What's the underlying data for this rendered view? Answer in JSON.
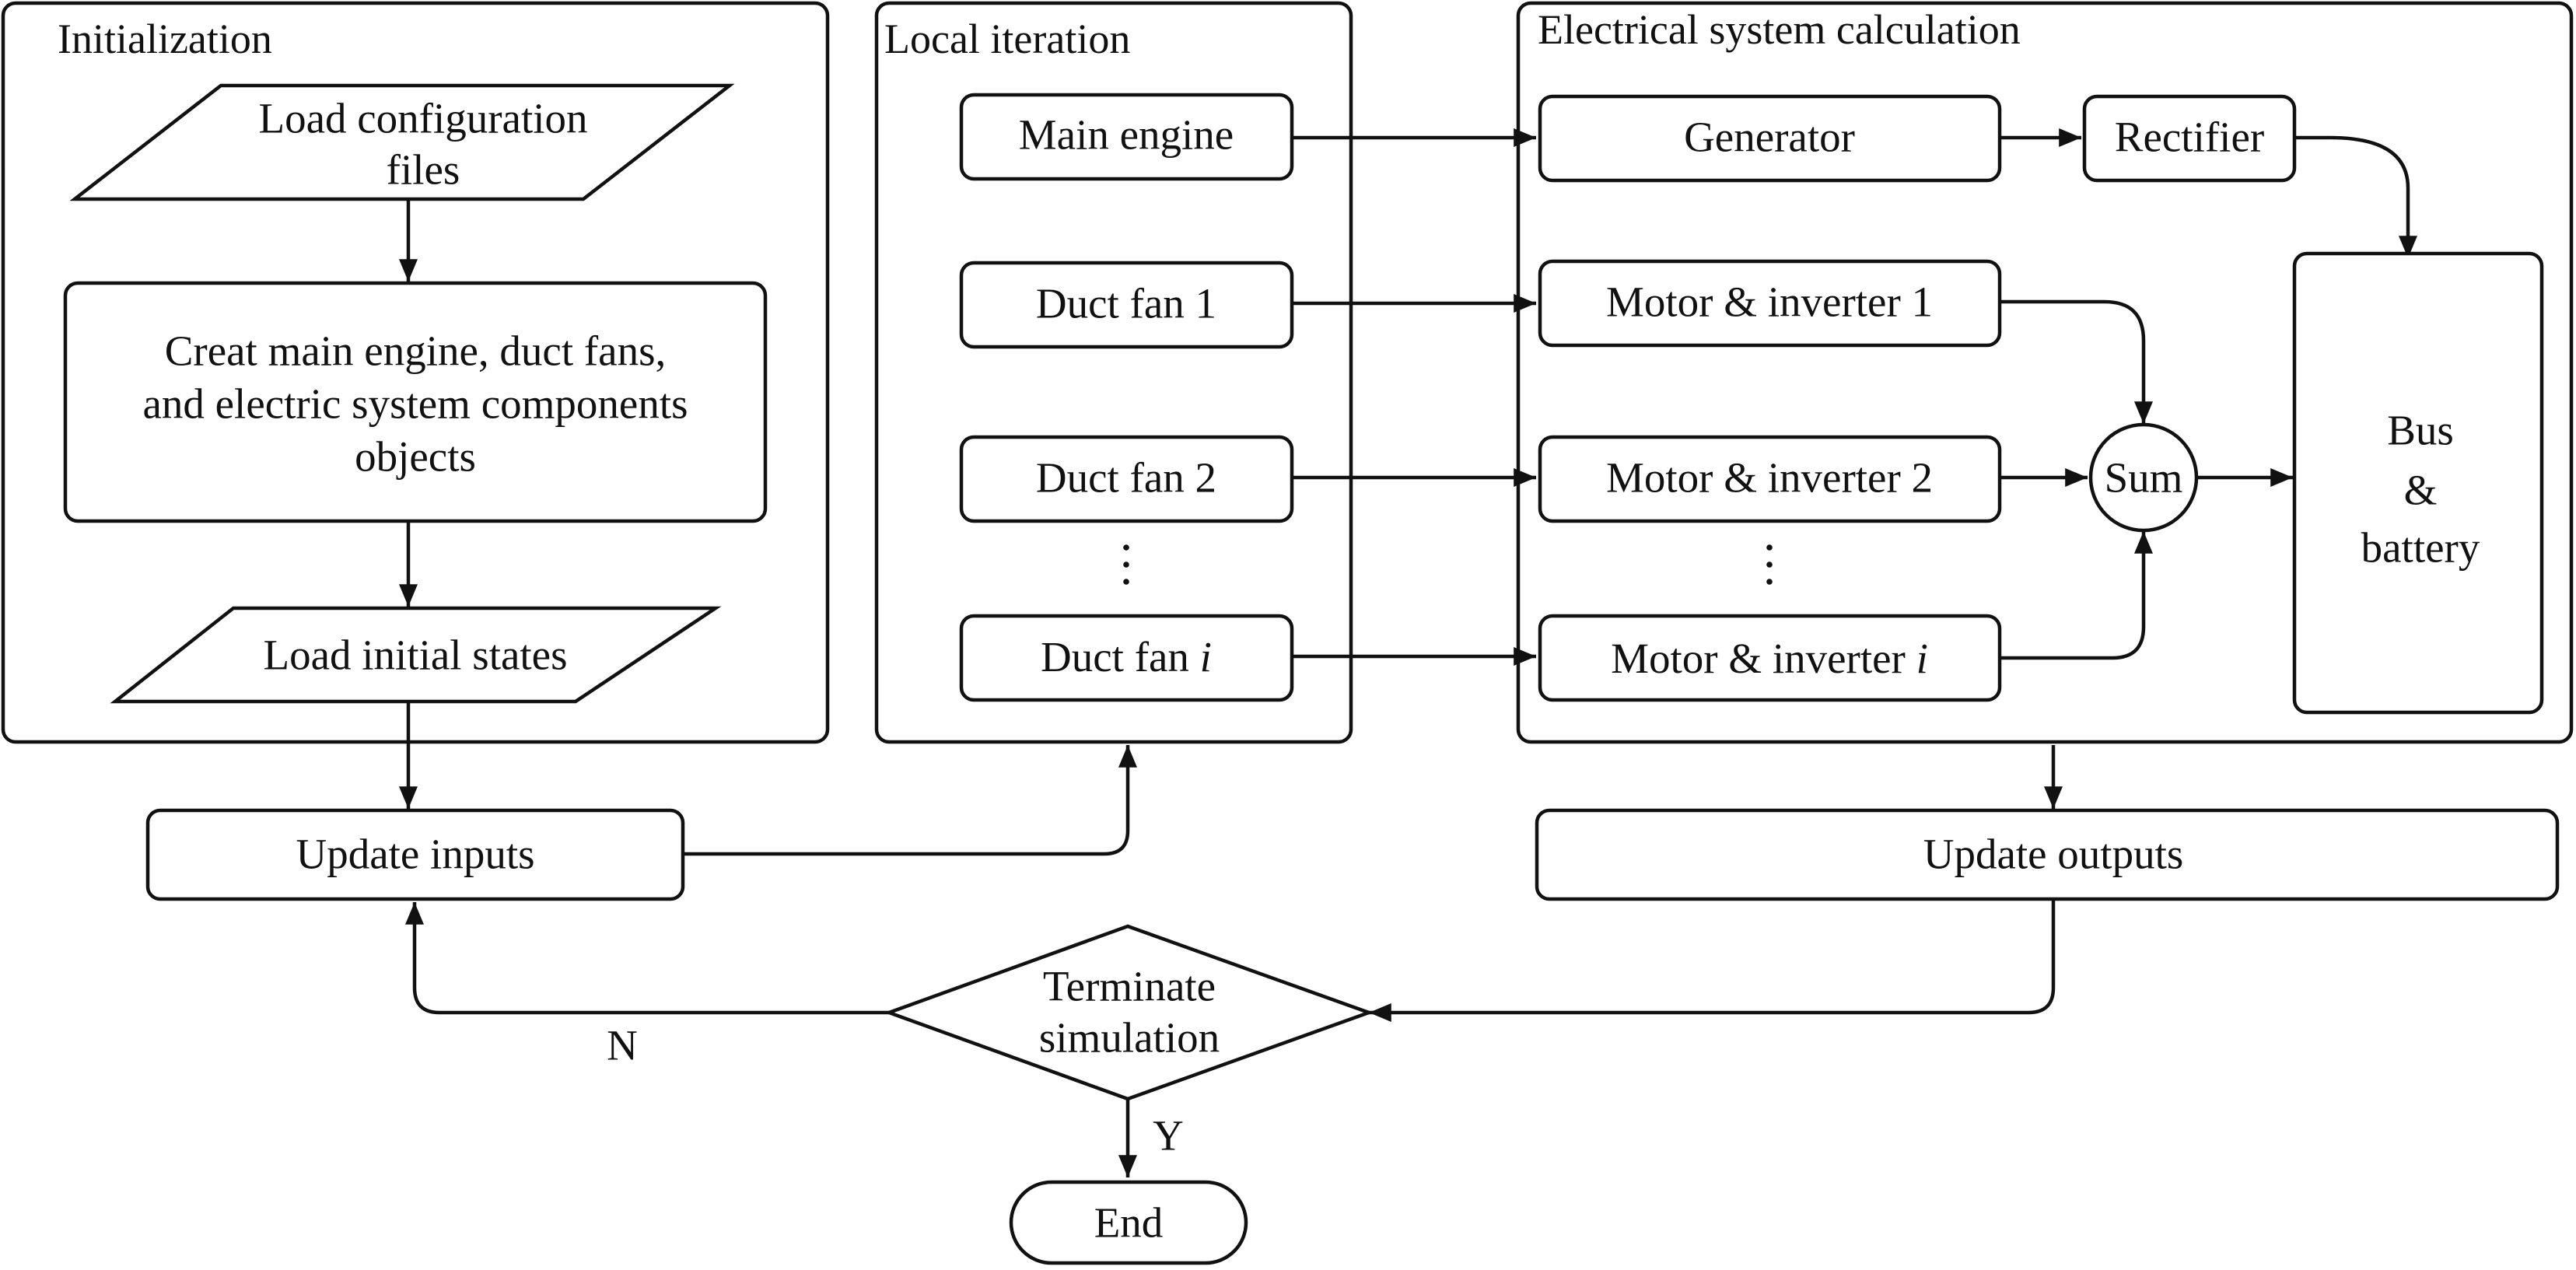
{
  "panels": {
    "initialization": "Initialization",
    "local_iteration": "Local iteration",
    "electrical": "Electrical system calculation"
  },
  "nodes": {
    "load_config": [
      "Load configuration",
      "files"
    ],
    "create_objects": [
      "Creat main engine, duct fans,",
      "and electric system components",
      "objects"
    ],
    "load_initial": "Load initial states",
    "update_inputs": "Update inputs",
    "main_engine": "Main engine",
    "duct_fan_1": "Duct fan 1",
    "duct_fan_2": "Duct fan 2",
    "duct_fan_i": {
      "text": "Duct fan ",
      "var": "i"
    },
    "generator": "Generator",
    "rectifier": "Rectifier",
    "motor_1": "Motor & inverter 1",
    "motor_2": "Motor & inverter 2",
    "motor_i": {
      "text": "Motor & inverter ",
      "var": "i"
    },
    "sum": "Sum",
    "bus_battery": [
      "Bus",
      "&",
      "battery"
    ],
    "update_outputs": "Update outputs",
    "terminate": [
      "Terminate",
      "simulation"
    ],
    "end": "End"
  },
  "edge_labels": {
    "no": "N",
    "yes": "Y"
  }
}
